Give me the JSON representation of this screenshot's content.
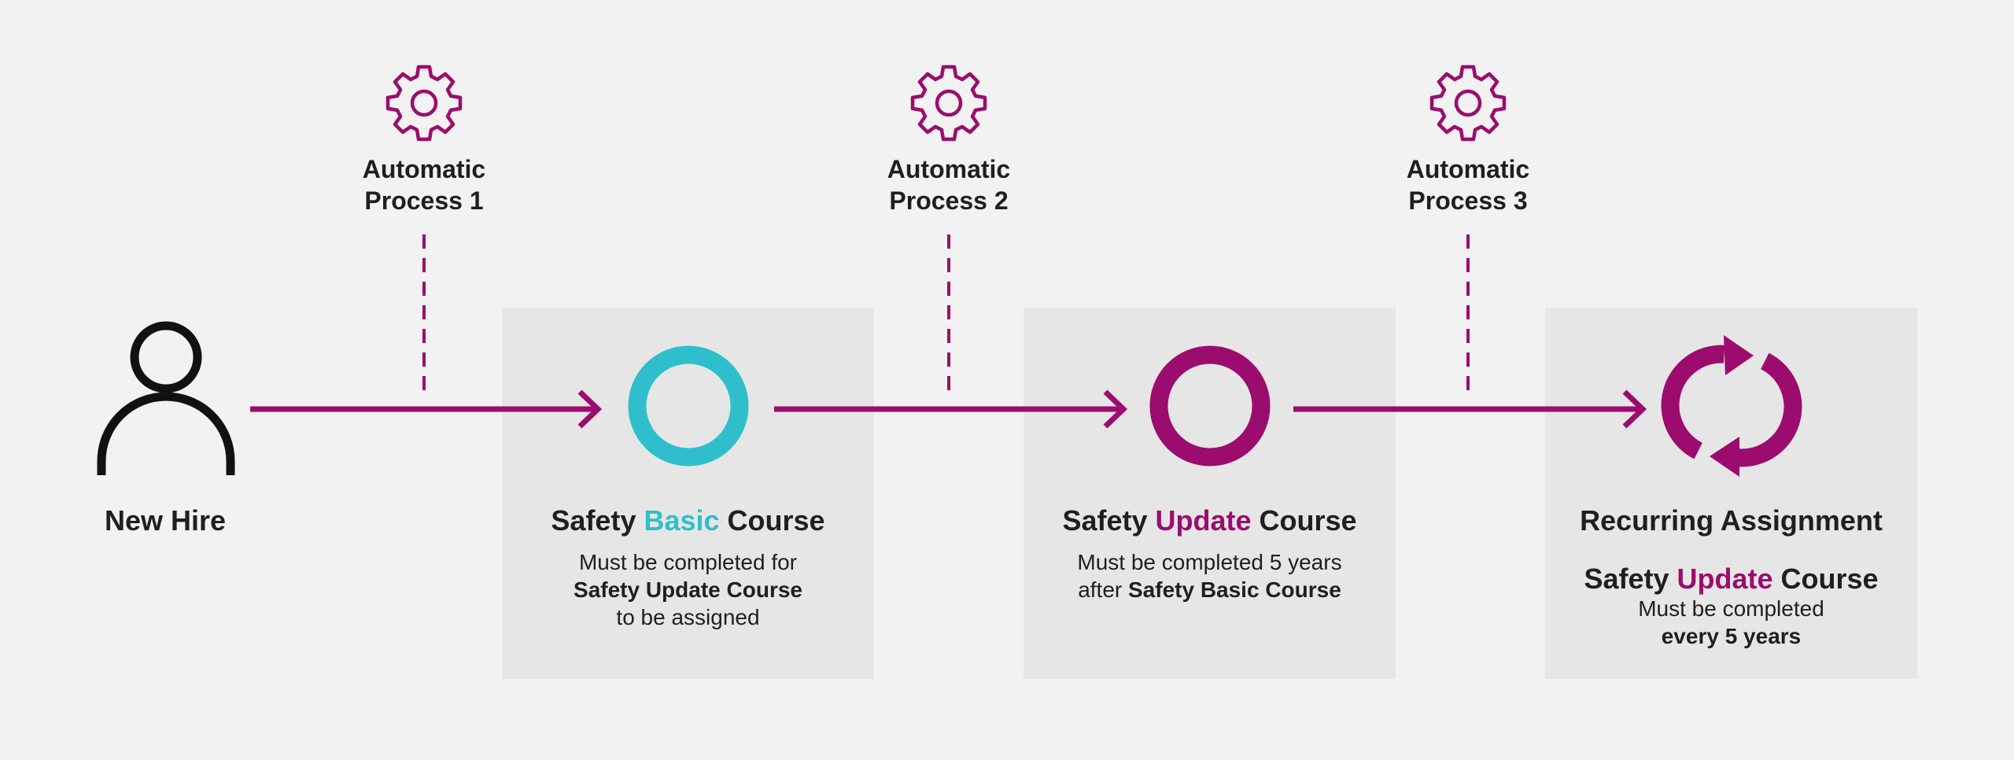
{
  "colors": {
    "accent_magenta": "#9c0c6e",
    "accent_teal": "#2fbfcc",
    "text": "#1f1f1f",
    "card_bg": "#e6e6e6",
    "page_bg": "#f2f2f2"
  },
  "processes": [
    {
      "line1": "Automatic",
      "line2": "Process 1",
      "icon": "gear-icon"
    },
    {
      "line1": "Automatic",
      "line2": "Process 2",
      "icon": "gear-icon"
    },
    {
      "line1": "Automatic",
      "line2": "Process 3",
      "icon": "gear-icon"
    }
  ],
  "new_hire": {
    "label": "New Hire",
    "icon": "person-icon"
  },
  "step1": {
    "icon": "teal-ring-icon",
    "title_pre": "Safety ",
    "title_highlight": "Basic",
    "title_post": " Course",
    "desc_line1": "Must be completed for",
    "desc_bold": "Safety Update Course",
    "desc_line3": "to be assigned"
  },
  "step2": {
    "icon": "magenta-ring-icon",
    "title_pre": "Safety ",
    "title_highlight": "Update",
    "title_post": " Course",
    "desc_line1": "Must be completed 5 years",
    "desc_line2_pre": "after ",
    "desc_line2_bold": "Safety Basic Course"
  },
  "step3": {
    "icon": "recurring-icon",
    "title": "Recurring Assignment",
    "sub_pre": "Safety ",
    "sub_highlight": "Update",
    "sub_post": " Course",
    "desc_line1": "Must be completed",
    "desc_bold": "every 5 years"
  }
}
